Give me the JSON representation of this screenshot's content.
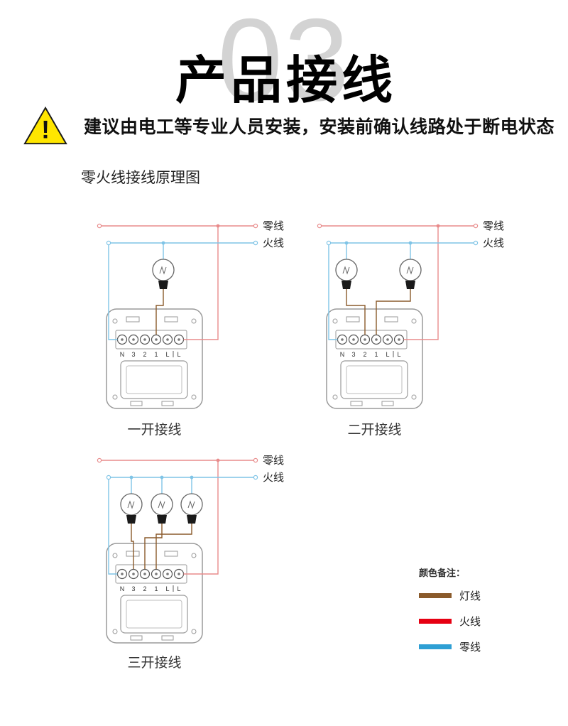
{
  "header": {
    "section_number": "03",
    "title": "产品接线"
  },
  "warning": {
    "icon_glyph": "!",
    "text": "建议由电工等专业人员安装，安装前确认线路处于断电状态"
  },
  "subtitle": "零火线接线原理图",
  "switch": {
    "terminal_labels": [
      "N",
      "3",
      "2",
      "1",
      "L",
      "L"
    ]
  },
  "diagrams": [
    {
      "id": "one-gang",
      "caption": "一开接线",
      "bulb_count": 1,
      "neutral_label": "零线",
      "live_label": "火线"
    },
    {
      "id": "two-gang",
      "caption": "二开接线",
      "bulb_count": 2,
      "neutral_label": "零线",
      "live_label": "火线"
    },
    {
      "id": "three-gang",
      "caption": "三开接线",
      "bulb_count": 3,
      "neutral_label": "零线",
      "live_label": "火线"
    }
  ],
  "legend": {
    "title": "颜色备注：",
    "items": [
      {
        "id": "lamp-wire",
        "label": "灯线",
        "color": "#8a5a2b"
      },
      {
        "id": "live-wire",
        "label": "火线",
        "color": "#e60012"
      },
      {
        "id": "neutral-wire",
        "label": "零线",
        "color": "#2e9fd4"
      }
    ]
  },
  "colors": {
    "diagram_red": "#e88b8b",
    "diagram_blue": "#7fc4e6",
    "diagram_brown": "#8a5a2b",
    "warning_yellow": "#ffe600",
    "section_number_gray": "#d3d3d3"
  }
}
